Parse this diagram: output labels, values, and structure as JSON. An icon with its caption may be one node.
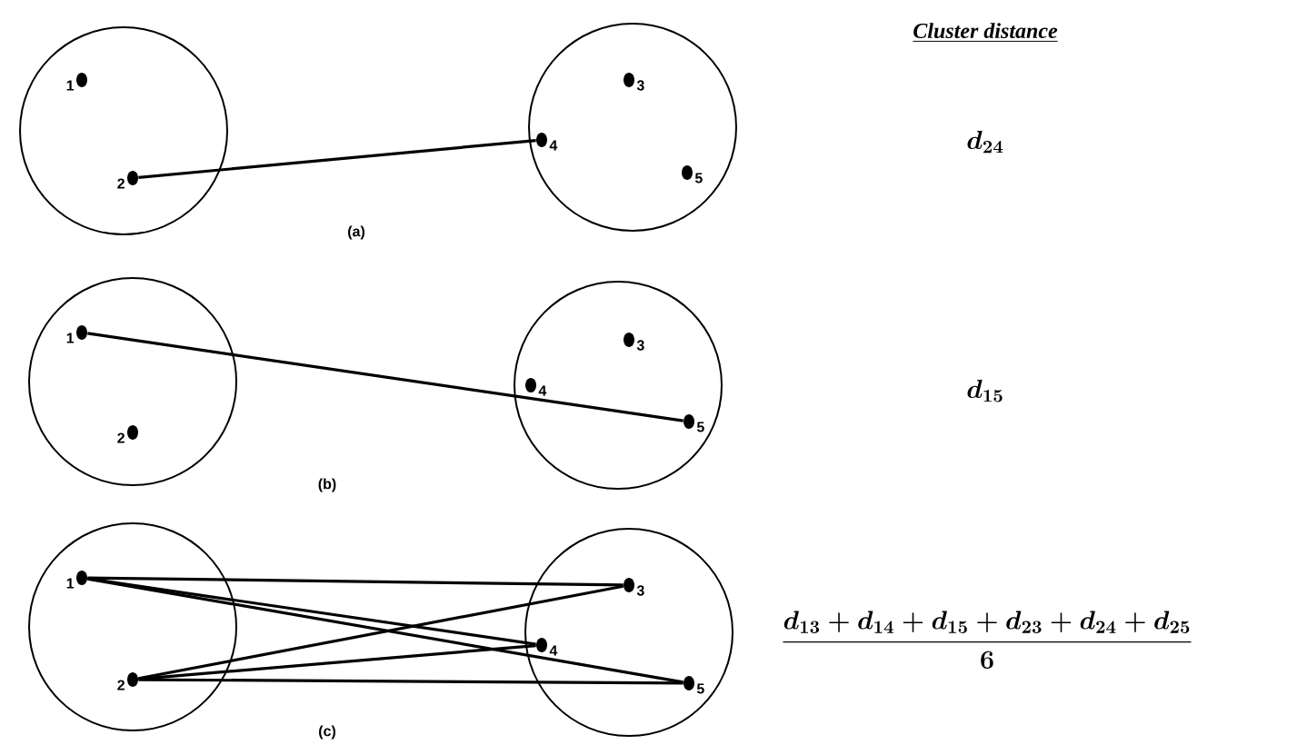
{
  "diagram": {
    "title": "Cluster distance",
    "nodes": [
      {
        "text": [],
        "shape": "circle"
      },
      {
        "text": [],
        "shape": "circle",
        "in": 0,
        "beside": [
          "1"
        ]
      },
      {
        "text": [],
        "shape": "circle",
        "in": 0,
        "beside": [
          "2"
        ]
      },
      {
        "text": [],
        "shape": "circle"
      },
      {
        "text": [],
        "shape": "circle",
        "in": 3,
        "beside": [
          "3"
        ]
      },
      {
        "text": [],
        "shape": "circle",
        "in": 3,
        "beside": [
          "4"
        ]
      },
      {
        "text": [],
        "shape": "circle",
        "in": 3,
        "beside": [
          "5"
        ]
      },
      {
        "text": [],
        "shape": "circle"
      },
      {
        "text": [],
        "shape": "circle",
        "in": 7,
        "beside": [
          "1"
        ]
      },
      {
        "text": [],
        "shape": "circle",
        "in": 7,
        "beside": [
          "2"
        ]
      },
      {
        "text": [],
        "shape": "circle"
      },
      {
        "text": [],
        "shape": "circle",
        "in": 10,
        "beside": [
          "3"
        ]
      },
      {
        "text": [],
        "shape": "circle",
        "in": 10,
        "beside": [
          "4"
        ]
      },
      {
        "text": [],
        "shape": "circle",
        "in": 10,
        "beside": [
          "5"
        ]
      },
      {
        "text": [],
        "shape": "circle"
      },
      {
        "text": [],
        "shape": "circle",
        "in": 14,
        "beside": [
          "1"
        ]
      },
      {
        "text": [],
        "shape": "circle",
        "in": 14,
        "beside": [
          "2"
        ]
      },
      {
        "text": [],
        "shape": "circle"
      },
      {
        "text": [],
        "shape": "circle",
        "in": 17,
        "beside": [
          "3"
        ]
      },
      {
        "text": [],
        "shape": "circle",
        "in": 17,
        "beside": [
          "4"
        ]
      },
      {
        "text": [],
        "shape": "circle",
        "in": 17,
        "beside": [
          "5"
        ]
      }
    ],
    "edges": [
      {
        "from": 2,
        "to": 5,
        "arrow": "none"
      },
      {
        "from": 8,
        "to": 13,
        "arrow": "none"
      },
      {
        "from": 15,
        "to": 18,
        "arrow": "none"
      },
      {
        "from": 15,
        "to": 19,
        "arrow": "none"
      },
      {
        "from": 15,
        "to": 20,
        "arrow": "none"
      },
      {
        "from": 16,
        "to": 18,
        "arrow": "none"
      },
      {
        "from": 16,
        "to": 19,
        "arrow": "none"
      },
      {
        "from": 16,
        "to": 20,
        "arrow": "none"
      }
    ],
    "labels": [
      "d_{24}",
      "(a)",
      "d_{15}",
      "(b)",
      "\\frac{d_{13}+d_{14}+d_{15}+d_{23}+d_{24}+d_{25}}{6}",
      "(c)"
    ]
  }
}
